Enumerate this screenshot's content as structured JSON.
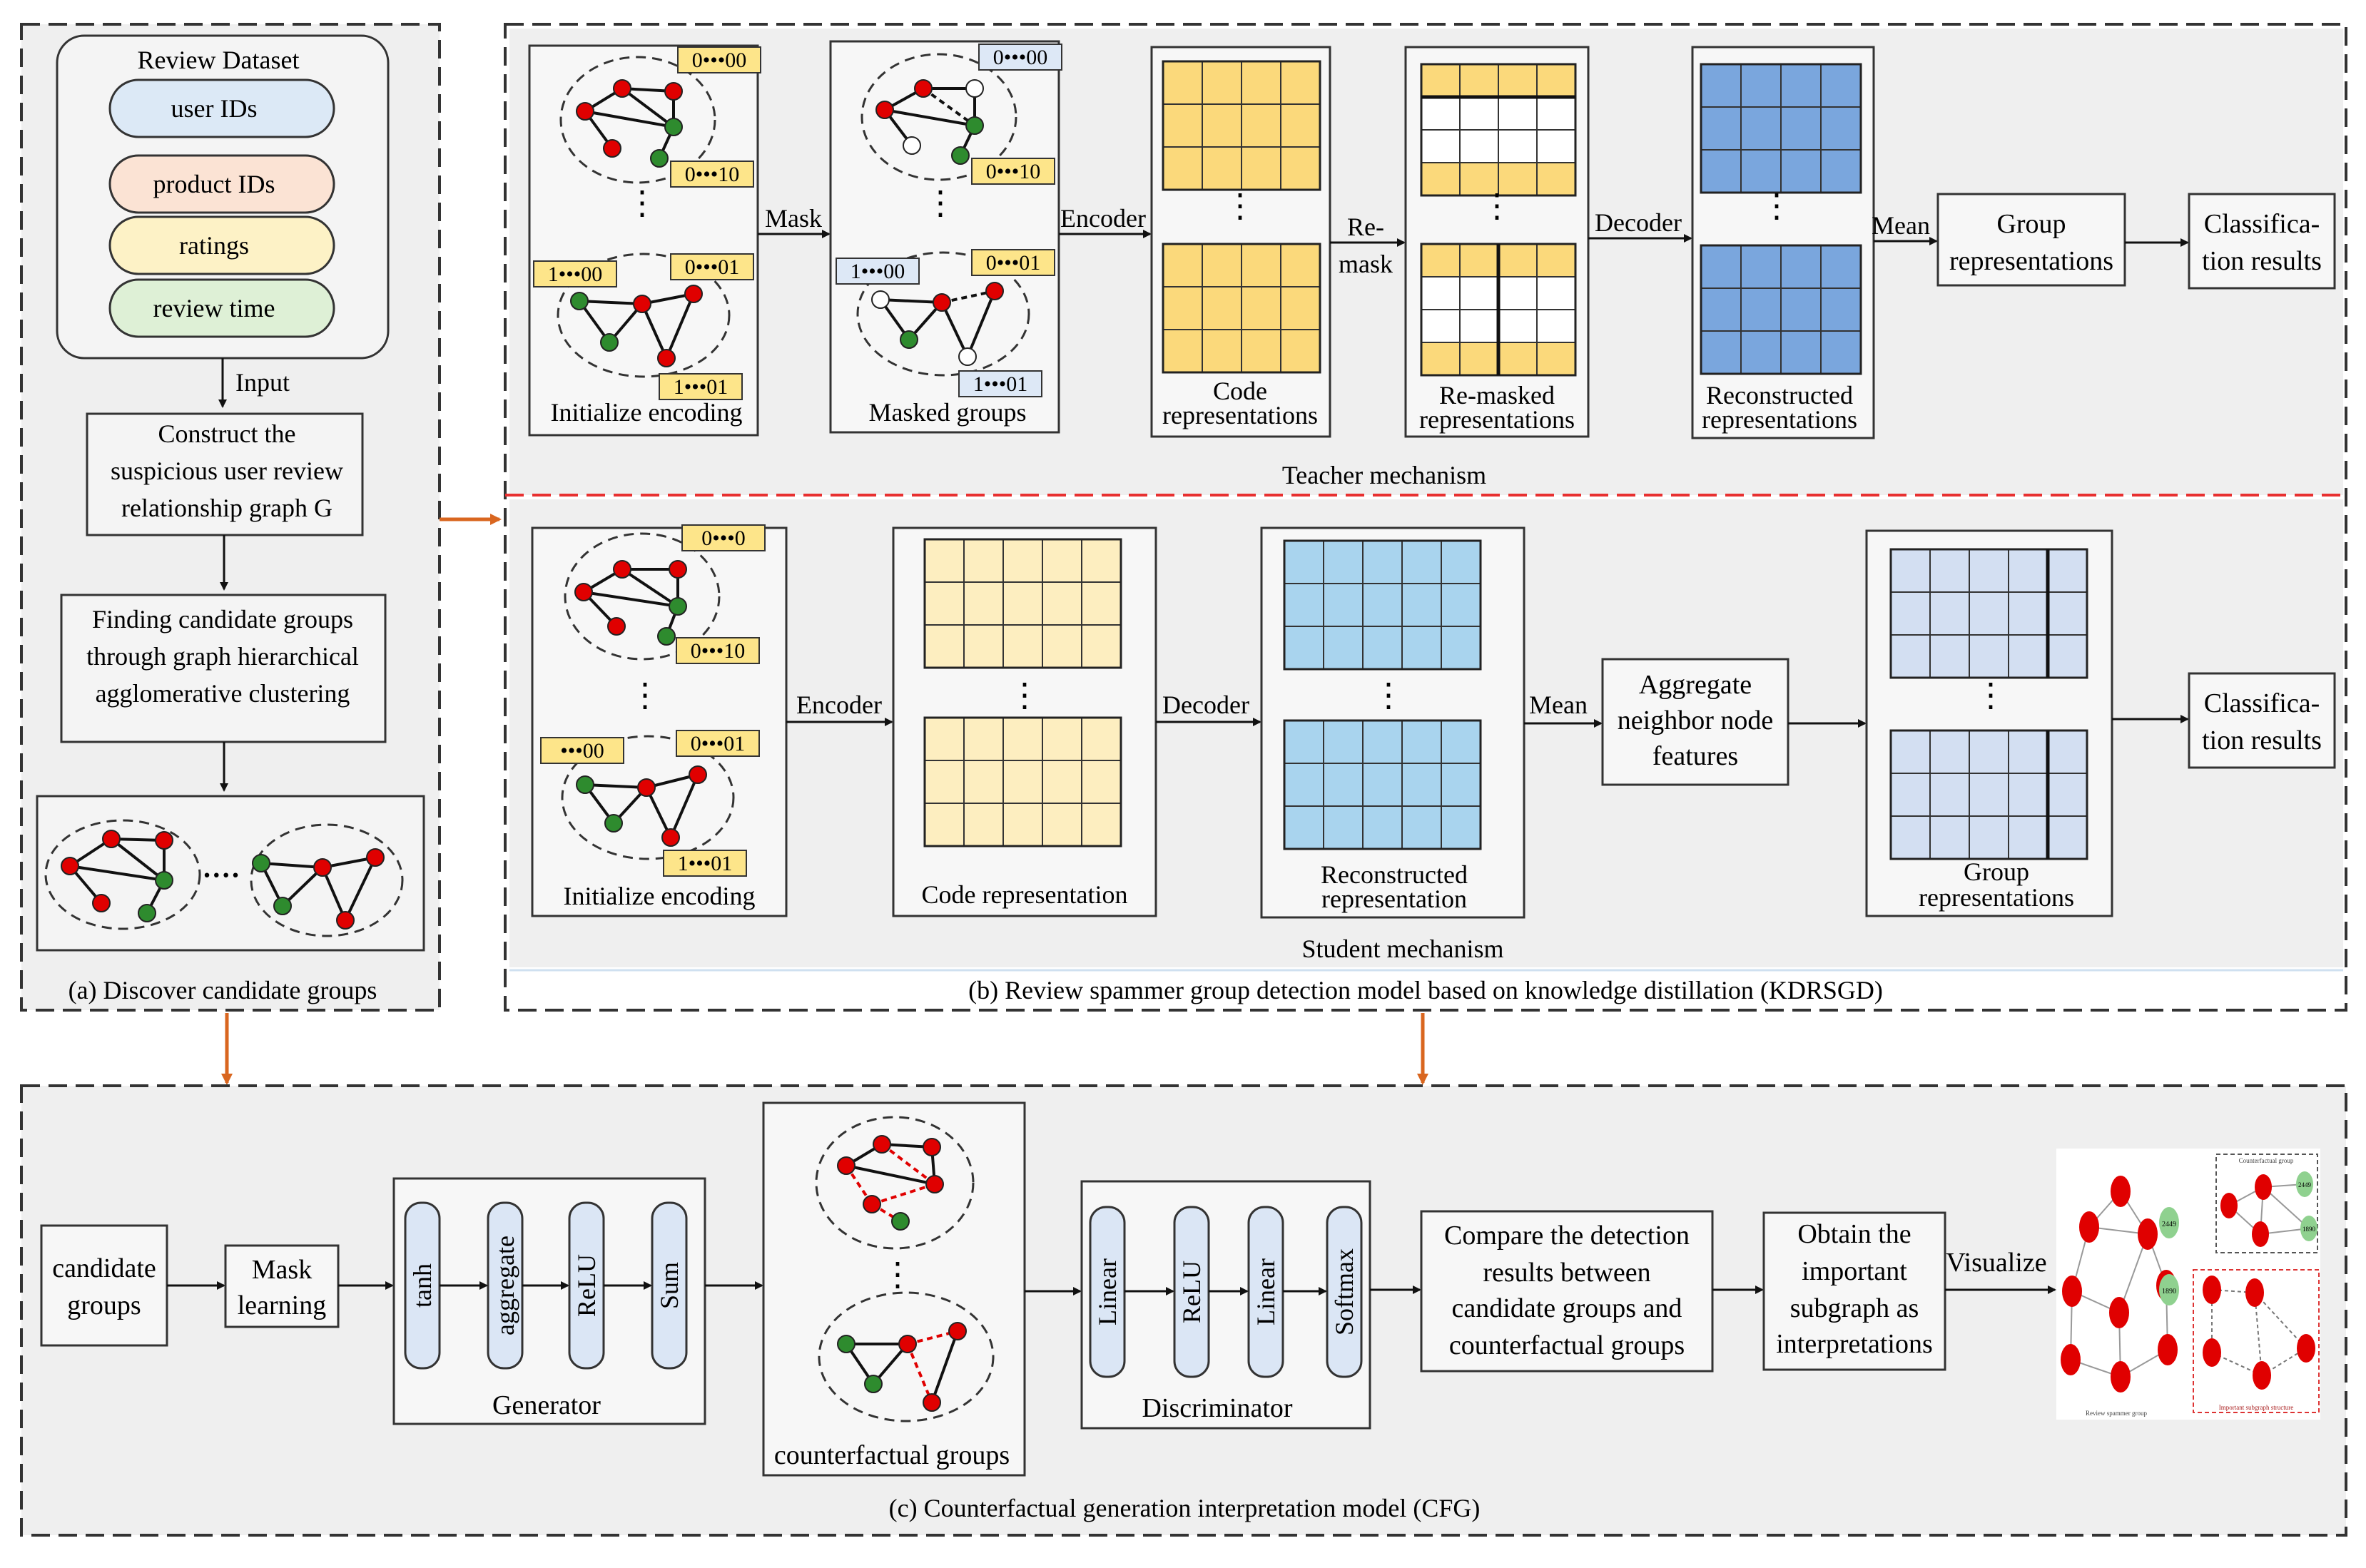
{
  "panel_a": {
    "caption": "(a) Discover candidate groups",
    "dataset_title": "Review Dataset",
    "dataset_items": [
      "user IDs",
      "product IDs",
      "ratings",
      "review time"
    ],
    "dataset_colors": [
      "#dce9f6",
      "#fbe3d4",
      "#fdf2c6",
      "#def0d6"
    ],
    "input_label": "Input",
    "construct_lines": [
      "Construct the",
      "suspicious user review",
      "relationship graph G"
    ],
    "finding_lines": [
      "Finding candidate groups",
      "through graph hierarchical",
      "agglomerative clustering"
    ],
    "dots": "····"
  },
  "panel_b": {
    "caption": "(b) Review spammer group detection model based on knowledge distillation (KDRSGD)",
    "teacher": {
      "title": "Teacher mechanism",
      "init_label": "Initialize encoding",
      "masked_label": "Masked groups",
      "code_labels": [
        "Code",
        "representations"
      ],
      "remasked_labels": [
        "Re-masked",
        "representations"
      ],
      "recon_labels": [
        "Reconstructed",
        "representations"
      ],
      "group_lines": [
        "Group",
        "representations"
      ],
      "class_lines": [
        "Classifica-",
        "tion results"
      ],
      "arrows": {
        "mask": "Mask",
        "encoder": "Encoder",
        "remask": [
          "Re-",
          "mask"
        ],
        "decoder": "Decoder",
        "mean": "Mean"
      },
      "codes_init": [
        "0•••00",
        "0•••10",
        "1•••00",
        "0•••01",
        "1•••01"
      ],
      "codes_masked": [
        "0•••00",
        "0•••10",
        "1•••00",
        "0•••01",
        "1•••01"
      ]
    },
    "student": {
      "title": "Student mechanism",
      "init_label": "Initialize encoding",
      "code_label": "Code representation",
      "recon_labels": [
        "Reconstructed",
        "representation"
      ],
      "aggregate_lines": [
        "Aggregate",
        "neighbor node",
        "features"
      ],
      "group_labels": [
        "Group",
        "representations"
      ],
      "class_lines": [
        "Classifica-",
        "tion results"
      ],
      "arrows": {
        "encoder": "Encoder",
        "decoder": "Decoder",
        "mean": "Mean"
      },
      "codes_init": [
        "0•••0",
        "0•••10",
        "•••00",
        "0•••01",
        "1•••01"
      ]
    },
    "vdots": "⋮"
  },
  "panel_c": {
    "caption": "(c) Counterfactual generation interpretation model (CFG)",
    "candidate_lines": [
      "candidate",
      "groups"
    ],
    "mask_lines": [
      "Mask",
      "learning"
    ],
    "generator_title": "Generator",
    "generator_layers": [
      "tanh",
      "aggregate",
      "ReLU",
      "Sum"
    ],
    "cf_label": "counterfactual groups",
    "discriminator_title": "Discriminator",
    "discriminator_layers": [
      "Linear",
      "ReLU",
      "Linear",
      "Softmax"
    ],
    "compare_lines": [
      "Compare the detection",
      "results between",
      "candidate groups and",
      "counterfactual groups"
    ],
    "obtain_lines": [
      "Obtain the",
      "important",
      "subgraph as",
      "interpretations"
    ],
    "visualize_label": "Visualize",
    "viz_labels": [
      "Counterfactual group",
      "Review spammer group",
      "Important subgraph structure"
    ],
    "viz_node_numbers": [
      "2449",
      "1890",
      "1890",
      "2449"
    ]
  },
  "colors": {
    "red_node": "#e00000",
    "green_node": "#2e8b2e",
    "code_tag": "#fde58a",
    "code_tag_light": "#dde8f6",
    "teacher_yellow": "#fbd97b",
    "teacher_blue": "#7aa6dd",
    "student_yellow": "#fdeec0",
    "student_blue": "#a9d4ee",
    "student_lavender": "#d3dff2",
    "connector_orange": "#d9661f",
    "divider_red": "#e83030",
    "pill_blue": "#dbe6f5"
  }
}
